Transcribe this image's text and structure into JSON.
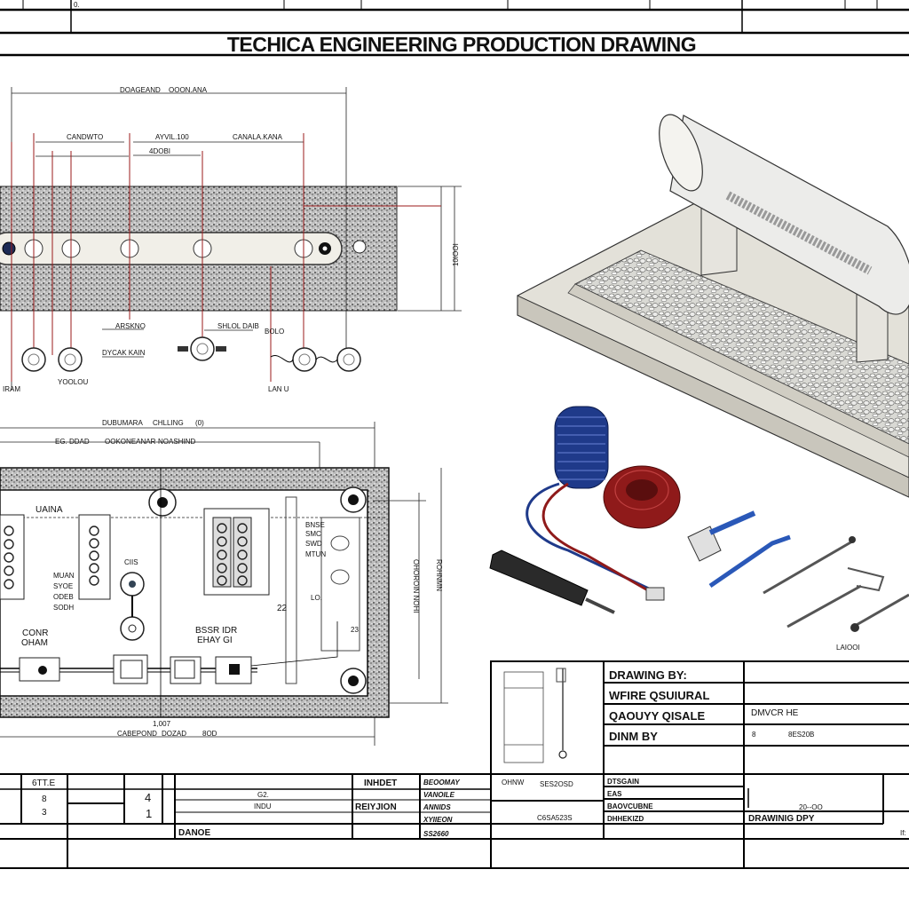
{
  "header": {
    "top_cell": "0.",
    "title": "TECHICA ENGINEERING PRODUCTION  DRAWING"
  },
  "top_view": {
    "dim_overall": "DOAGEAND",
    "dim_overall_2": "OOON.ANA",
    "dim_a": "CANDWTO",
    "dim_b": "AYVIL.100",
    "dim_c": "CANALA.KANA",
    "dim_d": "4DOBI",
    "dim_height": "10IOOI",
    "label_1": "ARSKNO",
    "label_2": "SHLOL DAIB",
    "label_3": "BOLO",
    "label_4": "DYCAK KAIN",
    "label_5": "YOOLOU",
    "label_6": "IRAM",
    "label_7": "LAN U"
  },
  "panel_view": {
    "dim_top_1": "DUBUMARA",
    "dim_top_2": "CHLLING",
    "dim_top_3": "(0)",
    "dim_sub_1": "EG. DDAD",
    "dim_sub_2": "OOKONEANAR",
    "dim_sub_3": "NOASHIND",
    "label_main": "UAINA",
    "label_misc_1": "MUAN",
    "label_misc_2": "SYOE",
    "label_misc_3": "ODEB",
    "label_misc_4": "SODH",
    "label_cond_1": "CONR",
    "label_cond_2": "OHAM",
    "label_bssr_1": "BSSR IDR",
    "label_bssr_2": "EHAY GI",
    "label_small": "CIIS",
    "label_22": "22",
    "label_lo": "LO.",
    "label_23": "23",
    "label_r1": "BNSE",
    "label_r2": "SMC",
    "label_r3": "SWD",
    "label_r4": "MTUN",
    "dim_right_1": "OHOROIN NOHI",
    "dim_right_2": "ROHNMN",
    "dim_bottom_small": "1,007",
    "dim_bottom_1": "CABEPOND",
    "dim_bottom_2": "DOZAD",
    "dim_bottom_3": "8OD"
  },
  "iso_view": {
    "part_label": "LAIOOI"
  },
  "title_block": {
    "drawing_by": "DRAWING BY:",
    "wire": "WFIRE QSUIURAL",
    "quality": "QAOUYY QISALE",
    "quality_value": "DMVCR  HE",
    "drawn_by": "DINM BY",
    "drawn_value_a": "8",
    "drawn_value_b": "8ES20B",
    "ohnw": "OHNW",
    "ohnw_value": "SES2OSD",
    "ref": "C6SA523S",
    "design": "DTSGAIN",
    "eas": "EAS",
    "baovcubne": "BAOVCUBNE",
    "checked": "DHHEKIZD",
    "date_value": "20--OO",
    "drawing_dpy": "DRAWINIG DPY",
    "corner": "If:"
  },
  "bottom_table": {
    "stte": "6TT.E",
    "n1": "8",
    "n2": "3",
    "n3": "4",
    "n4": "1",
    "g2": "G2.",
    "indu": "INDU",
    "danoe": "DANOE",
    "inhdet": "INHDET",
    "revision": "REIYJION",
    "r1": "BEOOMAY",
    "r2": "VANOILE",
    "r3": "ANNIDS",
    "r4": "XYIIEON",
    "r5": "SS2660"
  },
  "colors": {
    "line": "#000000",
    "red_leader": "#9b1b1b",
    "blue_cable": "#1f3a8a",
    "red_cable": "#8f1a1a",
    "stipple": "#8a8a8a",
    "concrete": "#e8e6df"
  }
}
